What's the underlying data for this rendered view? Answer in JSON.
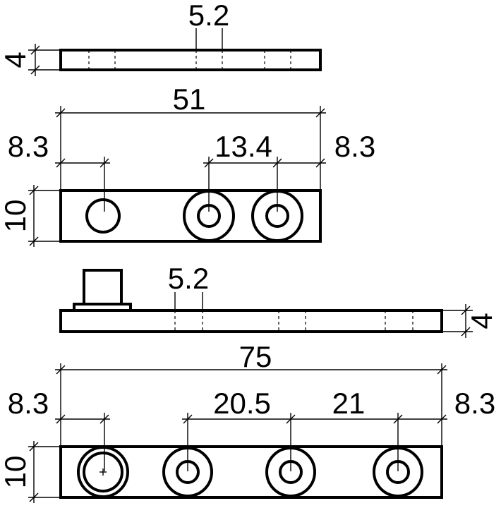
{
  "drawing": {
    "top_plate_side": {
      "dim_thickness": "4",
      "dim_hole": "5.2"
    },
    "top_plate_plan": {
      "dim_length": "51",
      "dim_left_offset": "8.3",
      "dim_spacing": "13.4",
      "dim_right_offset": "8.3",
      "dim_width": "10"
    },
    "bottom_plate_side": {
      "dim_hole": "5.2",
      "dim_thickness": "4"
    },
    "bottom_plate_plan": {
      "dim_length": "75",
      "dim_left_offset": "8.3",
      "dim_spacing_1": "20.5",
      "dim_spacing_2": "21",
      "dim_right_offset": "8.3",
      "dim_width": "10"
    }
  }
}
